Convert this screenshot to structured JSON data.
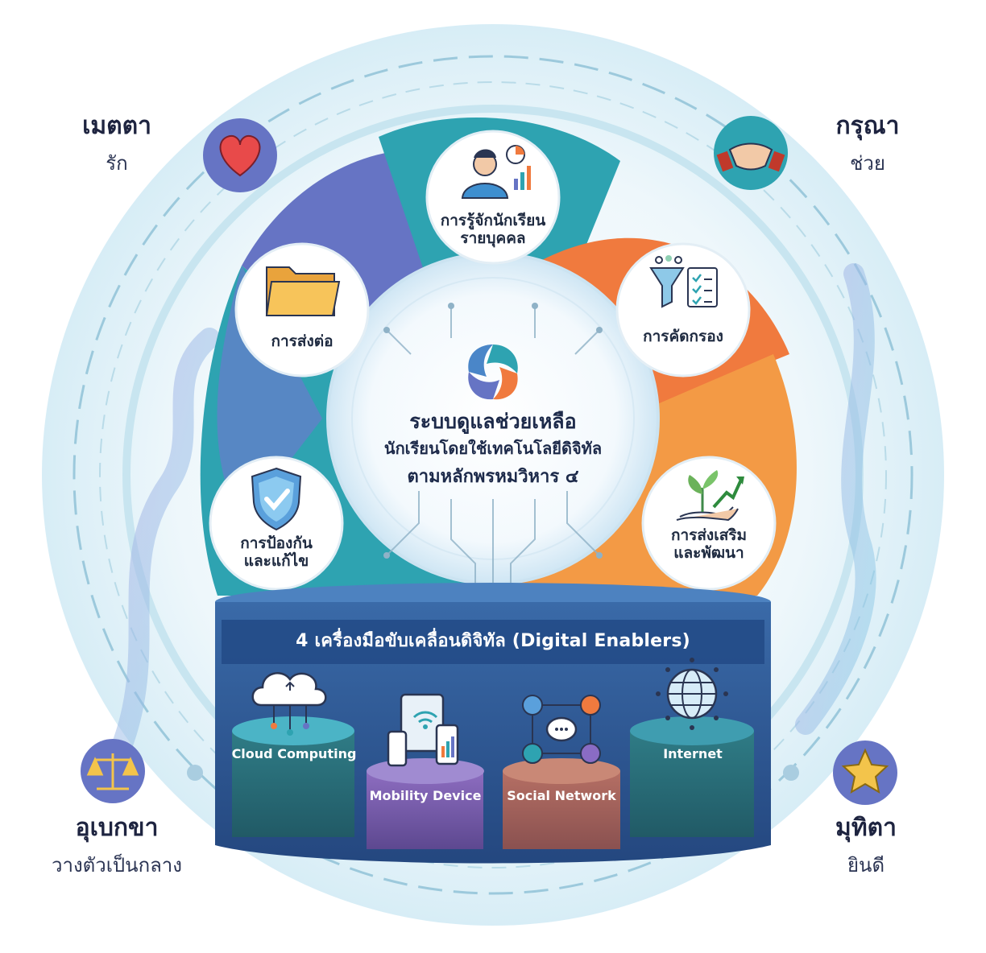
{
  "corners": {
    "metta": {
      "title": "เมตตา",
      "subtitle": "รัก",
      "icon": "heart-icon"
    },
    "karuna": {
      "title": "กรุณา",
      "subtitle": "ช่วย",
      "icon": "handshake-icon"
    },
    "upekkha": {
      "title": "อุเบกขา",
      "subtitle": "วางตัวเป็นกลาง",
      "icon": "scales-icon"
    },
    "mudita": {
      "title": "มุทิตา",
      "subtitle": "ยินดี",
      "icon": "star-icon"
    }
  },
  "center": {
    "line1": "ระบบดูแลช่วยเหลือ",
    "line2": "นักเรียนโดยใช้เทคโนโลยีดิจิทัล",
    "line3": "ตามหลักพรหมวิหาร ๔",
    "icon": "swirl-logo-icon"
  },
  "process_steps": [
    {
      "label_line1": "การรู้จักนักเรียน",
      "label_line2": "รายบุคคล",
      "icon": "teacher-chart-icon"
    },
    {
      "label_line1": "การคัดกรอง",
      "label_line2": "",
      "icon": "funnel-checklist-icon"
    },
    {
      "label_line1": "การส่งเสริม",
      "label_line2": "และพัฒนา",
      "icon": "plant-growth-icon"
    },
    {
      "label_line1": "การป้องกัน",
      "label_line2": "และแก้ไข",
      "icon": "shield-check-icon"
    },
    {
      "label_line1": "การส่งต่อ",
      "label_line2": "",
      "icon": "folder-icon"
    }
  ],
  "enablers": {
    "banner": "4 เครื่องมือขับเคลื่อนดิจิทัล (Digital Enablers)",
    "items": [
      {
        "label": "Cloud Computing",
        "icon": "cloud-icon"
      },
      {
        "label": "Mobility Device",
        "icon": "devices-icon"
      },
      {
        "label": "Social Network",
        "icon": "social-network-icon"
      },
      {
        "label": "Internet",
        "icon": "globe-icon"
      }
    ]
  },
  "colors": {
    "blue_petal": "#6674c4",
    "teal_petal": "#2ea3b1",
    "orange_petal": "#f07a3e",
    "navy_base": "#2b5a9a",
    "purple_cylinder": "#7a5cae",
    "brown_cylinder": "#a0625a"
  }
}
